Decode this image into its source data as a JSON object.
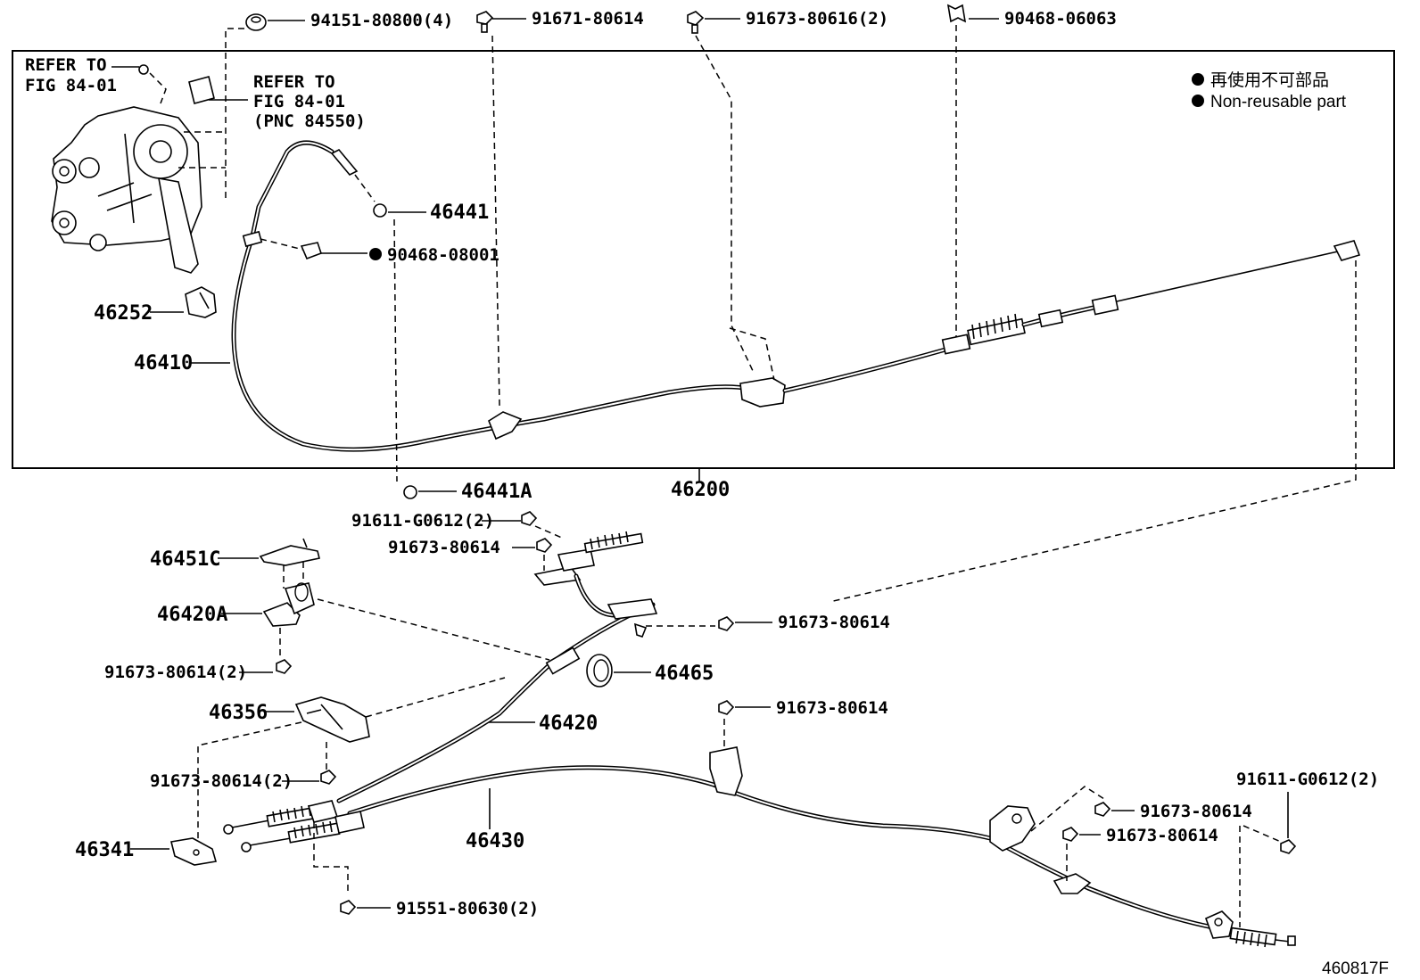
{
  "diagram": {
    "figure_code": "460817F",
    "refer_1": {
      "line1": "REFER TO",
      "line2": "FIG 84-01"
    },
    "refer_2": {
      "line1": "REFER TO",
      "line2": "FIG 84-01",
      "line3": "(PNC 84550)"
    },
    "legend": {
      "jp": "再使用不可部品",
      "en": "Non-reusable part",
      "marker_color": "#000000"
    },
    "labels": {
      "p94151": "94151-80800(4)",
      "p91671": "91671-80614",
      "p91673_80616": "91673-80616(2)",
      "p90468_06063": "90468-06063",
      "p46441": "46441",
      "p90468_08001": "90468-08001",
      "p46252": "46252",
      "p46410": "46410",
      "p46200": "46200",
      "p46441A": "46441A",
      "p91611_top": "91611-G0612(2)",
      "p91673_a": "91673-80614",
      "p46451C": "46451C",
      "p46420A": "46420A",
      "p91673_b": "91673-80614(2)",
      "p91673_c": "91673-80614",
      "p46465": "46465",
      "p46356": "46356",
      "p46420": "46420",
      "p91673_d": "91673-80614",
      "p91673_e": "91673-80614(2)",
      "p46430": "46430",
      "p46341": "46341",
      "p91551": "91551-80630(2)",
      "p91611_right": "91611-G0612(2)",
      "p91673_f": "91673-80614",
      "p91673_g": "91673-80614"
    }
  }
}
